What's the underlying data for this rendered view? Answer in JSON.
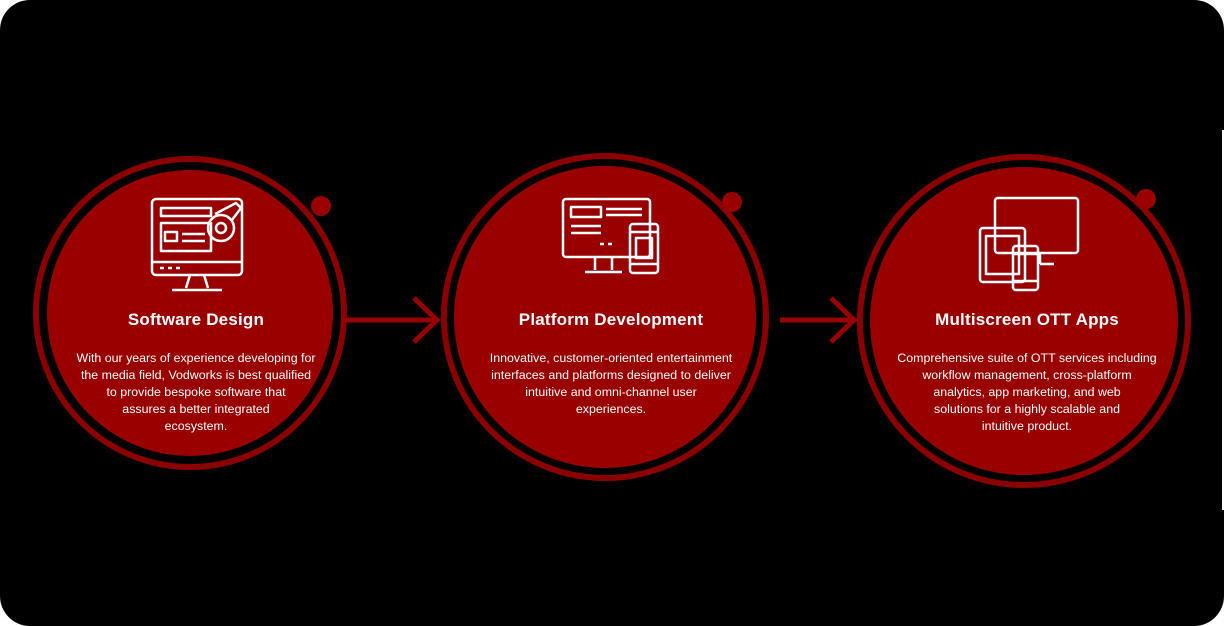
{
  "colors": {
    "background": "#000000",
    "accent": "#990000",
    "ring": "#8b0000",
    "text": "#ffffff"
  },
  "steps": [
    {
      "icon": "software-design-icon",
      "title": "Software Design",
      "lines": [
        "With our years of experience developing for",
        "the media field, Vodworks is best qualified",
        "to provide bespoke software that",
        "assures a better integrated",
        "ecosystem."
      ]
    },
    {
      "icon": "platform-development-icon",
      "title": "Platform Development",
      "lines": [
        "Innovative, customer-oriented entertainment",
        "interfaces and platforms designed to deliver",
        "intuitive and omni-channel user",
        "experiences."
      ]
    },
    {
      "icon": "multiscreen-devices-icon",
      "title": "Multiscreen OTT Apps",
      "lines": [
        "Comprehensive suite of OTT services including",
        "workflow management, cross-platform",
        "analytics, app marketing, and web",
        "solutions for a highly scalable and",
        "intuitive product."
      ]
    }
  ]
}
